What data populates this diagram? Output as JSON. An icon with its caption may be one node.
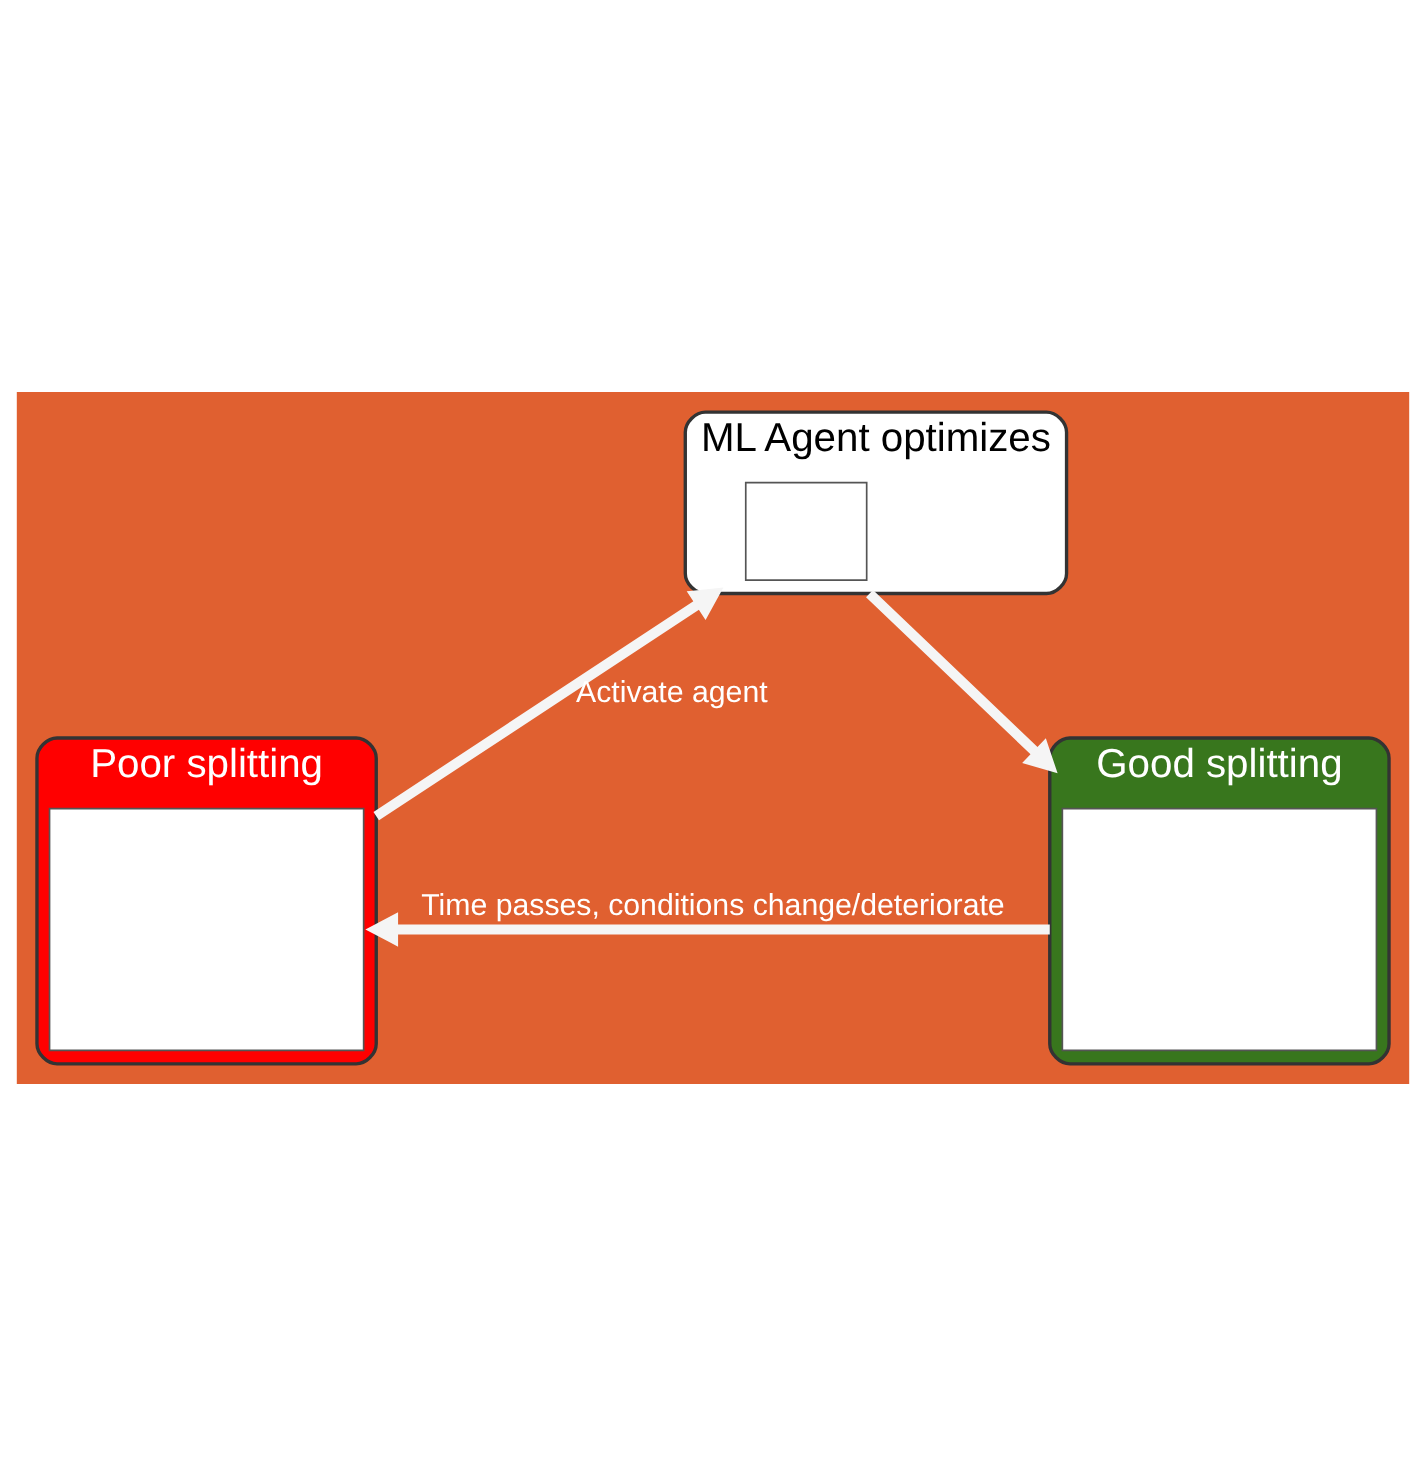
{
  "diagram": {
    "nodes": [
      {
        "text": [
          "ML Agent optimizes"
        ]
      },
      {
        "text": [
          "Poor splitting"
        ]
      },
      {
        "text": [],
        "shape": "box",
        "in": 1
      },
      {
        "text": [
          "Good splitting"
        ]
      },
      {
        "text": [],
        "shape": "box",
        "in": 3
      },
      {
        "text": [],
        "shape": "box",
        "in": 0
      }
    ],
    "edges": [
      {
        "from": 1,
        "to": 0,
        "arrow": "to",
        "label": "Activate agent"
      },
      {
        "from": 0,
        "to": 3,
        "arrow": "to"
      },
      {
        "from": 3,
        "to": 1,
        "arrow": "to",
        "label": "Time passes, conditions change/deteriorate"
      }
    ]
  }
}
